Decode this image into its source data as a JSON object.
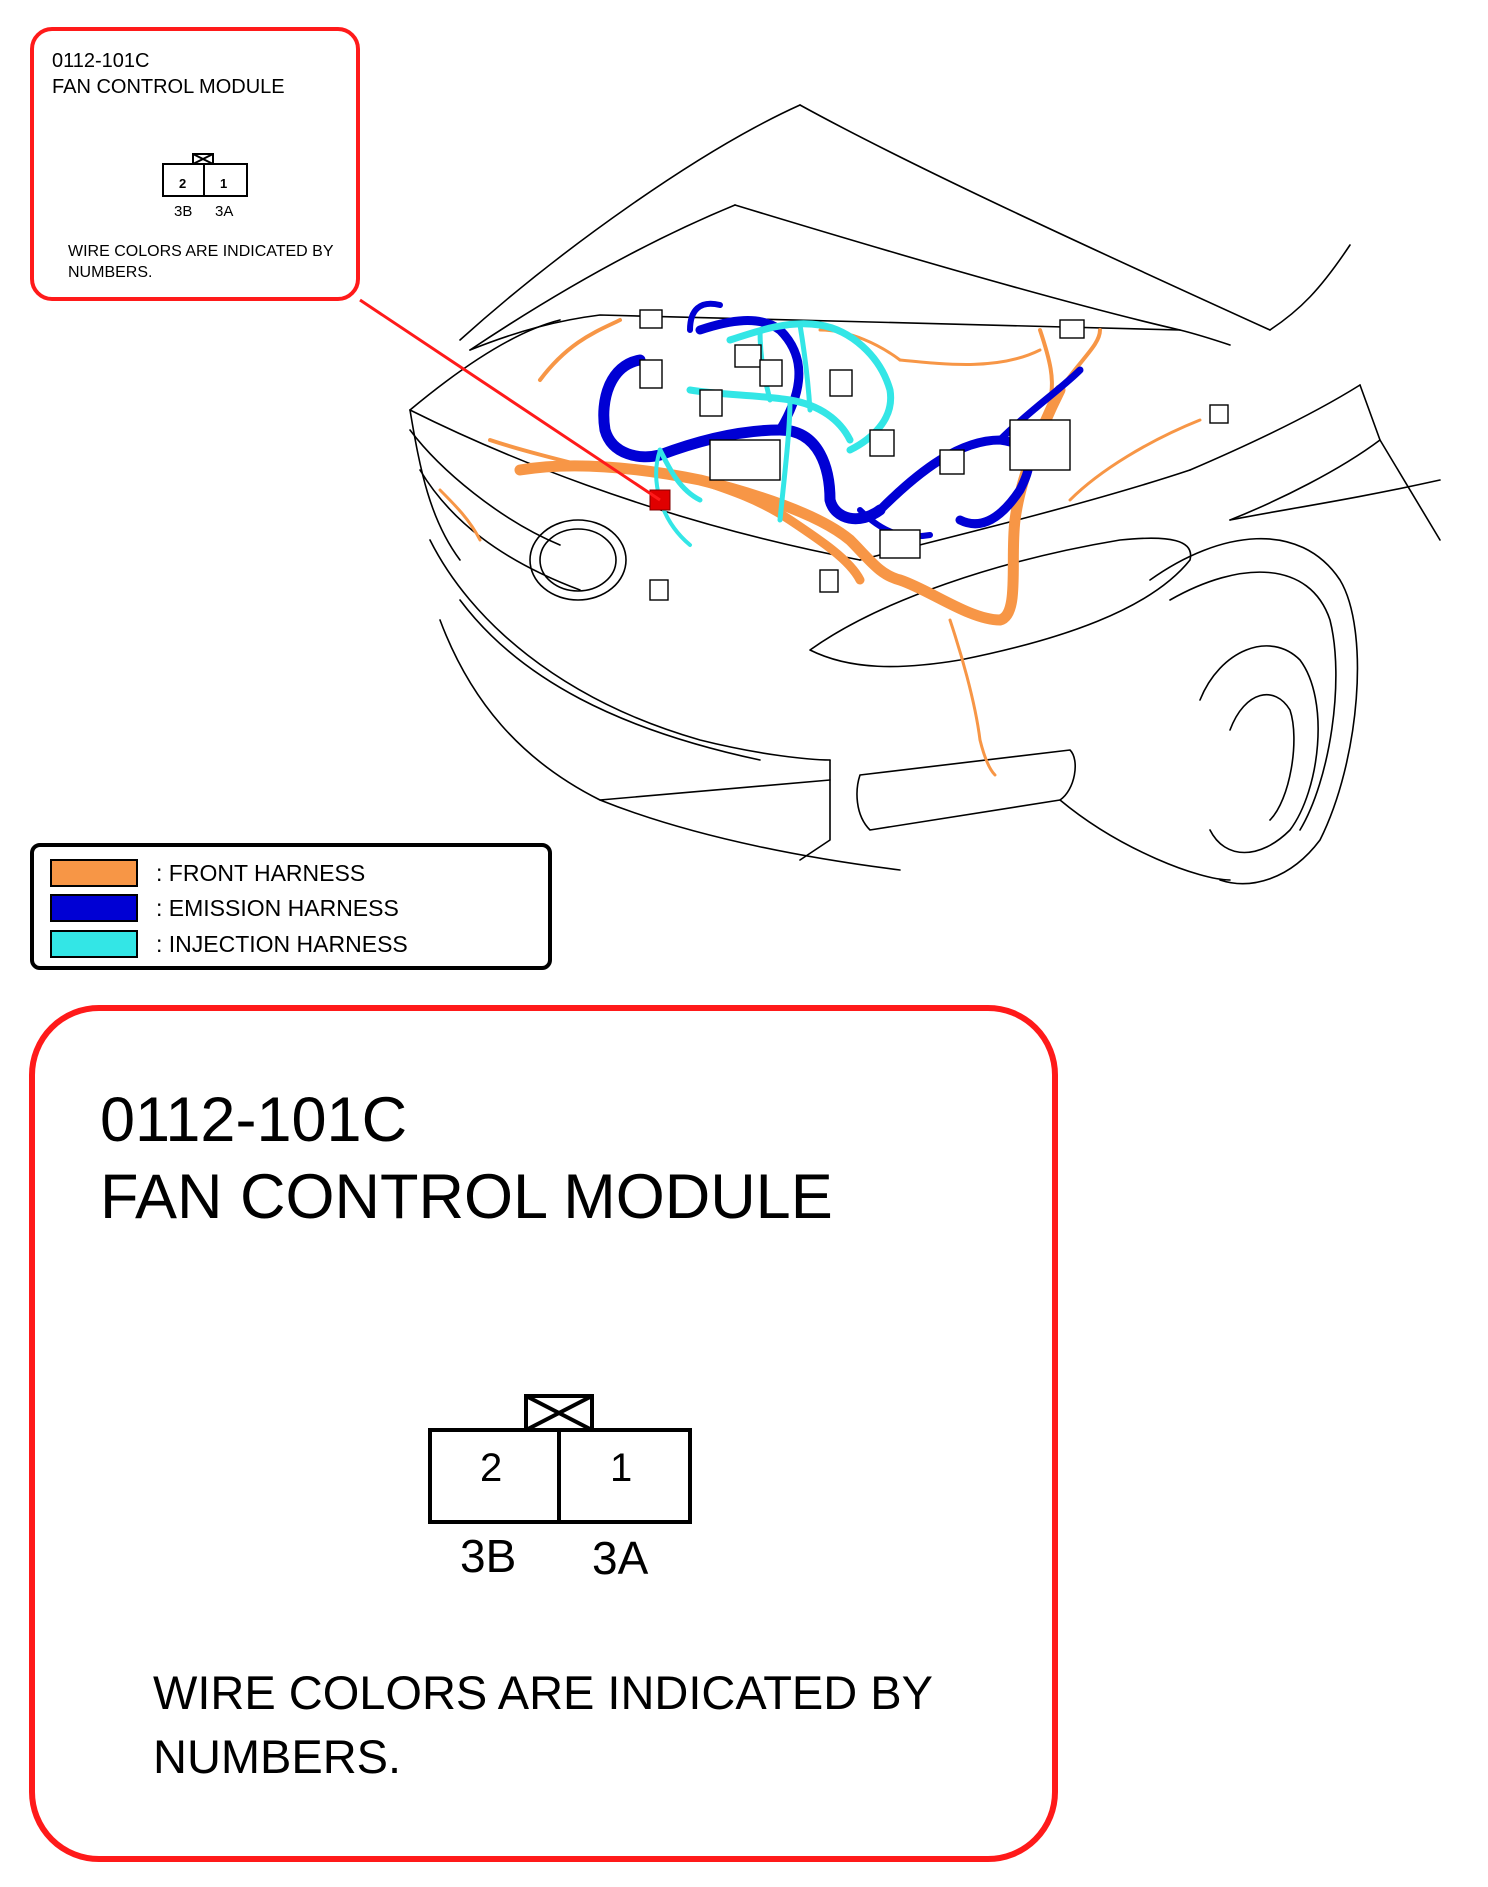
{
  "callout_small": {
    "code": "0112-101C",
    "name": "FAN CONTROL MODULE",
    "pins": [
      "2",
      "1"
    ],
    "wire_labels": [
      "3B",
      "3A"
    ],
    "note": "WIRE COLORS ARE INDICATED BY NUMBERS."
  },
  "legend": {
    "items": [
      {
        "label": ": FRONT HARNESS",
        "color": "#f79646"
      },
      {
        "label": ": EMISSION HARNESS",
        "color": "#0000d4"
      },
      {
        "label": ": INJECTION HARNESS",
        "color": "#33e6e6"
      }
    ]
  },
  "callout_big": {
    "code": "0112-101C",
    "name": "FAN CONTROL MODULE",
    "pins": [
      "2",
      "1"
    ],
    "wire_labels": [
      "3B",
      "3A"
    ],
    "note": "WIRE COLORS ARE INDICATED BY NUMBERS."
  },
  "colors": {
    "callout_border": "#ff1a1a",
    "front_harness": "#f79646",
    "emission_harness": "#0000d4",
    "injection_harness": "#33e6e6",
    "highlight_connector": "#e00000"
  }
}
